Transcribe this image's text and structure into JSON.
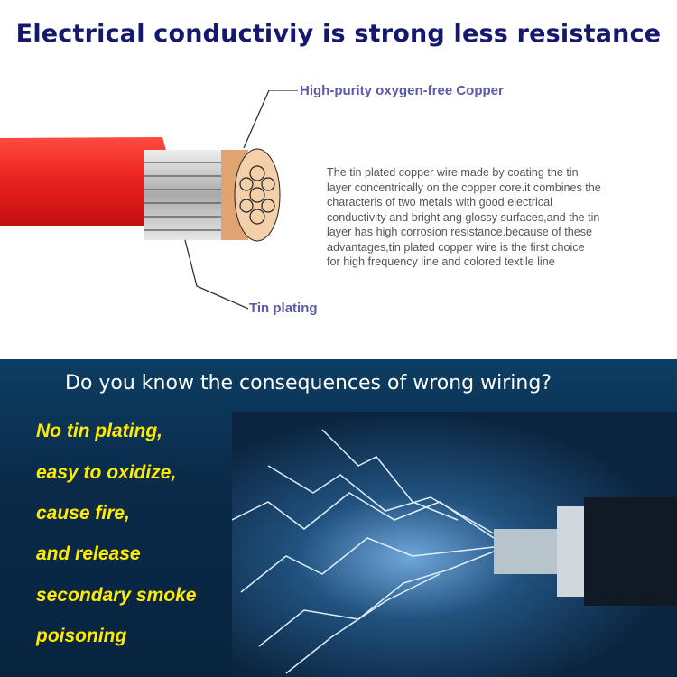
{
  "title": "Electrical conductiviy is strong less resistance",
  "label_copper": "High-purity oxygen-free Copper",
  "label_tin": "Tin plating",
  "description": [
    "The tin plated copper wire made by coating the tin",
    "layer concentrically on the copper core.it combines the",
    "characteris of two metals with good electrical",
    "conductivity and bright ang glossy surfaces,and the tin",
    "layer has high corrosion resistance.because of these",
    "advantages,tin plated copper wire is the first choice",
    "for high frequency line and colored textile line"
  ],
  "question": "Do you know the consequences of wrong wiring?",
  "warning_lines": [
    "No tin plating,",
    "easy to oxidize,",
    "cause fire,",
    "and release",
    "secondary smoke",
    "poisoning"
  ],
  "colors": {
    "title": "#14186e",
    "insulation": "#e8201e",
    "warning": "#ffea00"
  }
}
